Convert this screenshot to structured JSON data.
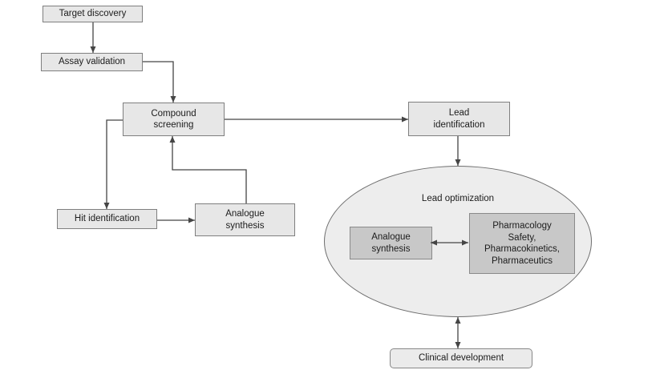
{
  "nodes": {
    "target_discovery": "Target discovery",
    "assay_validation": "Assay validation",
    "compound_screening": "Compound\nscreening",
    "lead_identification": "Lead\nidentification",
    "hit_identification": "Hit identification",
    "analogue_synthesis": "Analogue\nsynthesis",
    "lead_optimization_label": "Lead optimization",
    "analogue_synthesis_inner": "Analogue\nsynthesis",
    "pharmacology": "Pharmacology\nSafety,\nPharmacokinetics,\nPharmaceutics",
    "clinical_development": "Clinical development"
  },
  "colors": {
    "background": "#ffffff",
    "node_fill": "#e7e7e7",
    "node_border": "#7f7f7f",
    "inner_node_fill": "#c8c8c8",
    "inner_node_border": "#8a8a8a",
    "ellipse_fill": "#ededed",
    "ellipse_border": "#6e6e6e",
    "rounded_node_fill": "#ebebeb",
    "connector": "#454545",
    "text": "#1c1c1c"
  }
}
